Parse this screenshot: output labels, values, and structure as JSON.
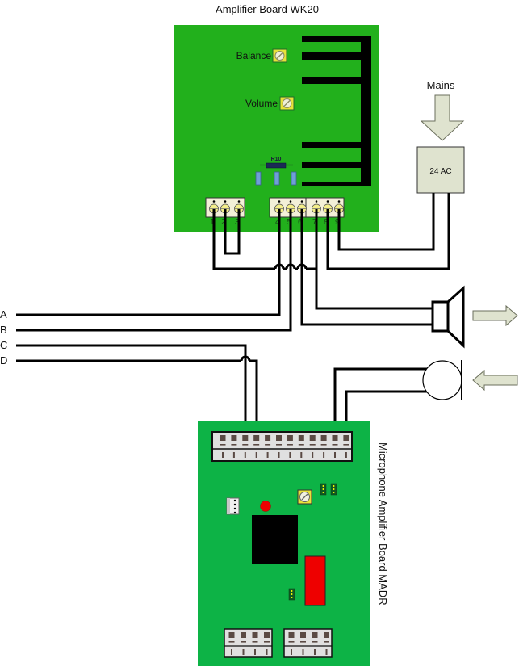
{
  "title": "Amplifier Board WK20",
  "amp_board": {
    "name": "Amplifier Board WK20",
    "controls": [
      {
        "label": "Balance"
      },
      {
        "label": "Volume"
      }
    ],
    "resistor_label": "R10",
    "terminals": [
      "1",
      "2",
      "3",
      "4",
      "5",
      "6",
      "7",
      "8",
      "9"
    ],
    "color": "#22b01c"
  },
  "power": {
    "input_label": "Mains",
    "transformer_label": "24 AC",
    "arrow_color": "#dfe3cf"
  },
  "inputs": {
    "lines": [
      "A",
      "B",
      "C",
      "D"
    ]
  },
  "outputs": {
    "speaker": "speaker",
    "microphone": "microphone"
  },
  "mic_board": {
    "name": "Microphone Amplifier Board MADR",
    "color": "#0db346"
  }
}
